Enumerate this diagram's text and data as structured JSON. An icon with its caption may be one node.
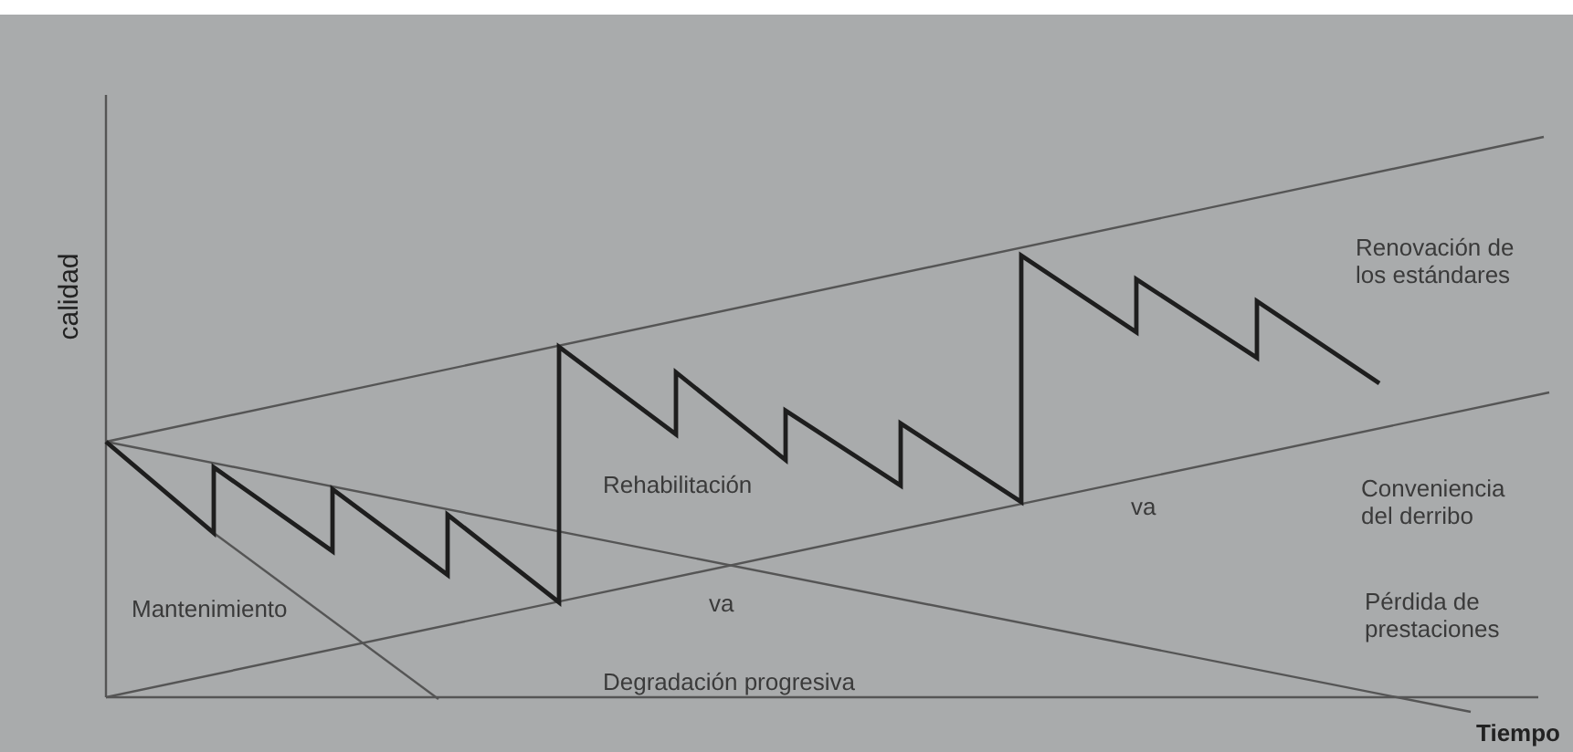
{
  "diagram": {
    "labels": [
      "calidad",
      "Renovación de los estándares",
      "Rehabilitación",
      "Conveniencia del derribo",
      "va",
      "Mantenimiento",
      "va",
      "Pérdida de prestaciones",
      "Degradación progresiva",
      "Tiempo"
    ]
  }
}
